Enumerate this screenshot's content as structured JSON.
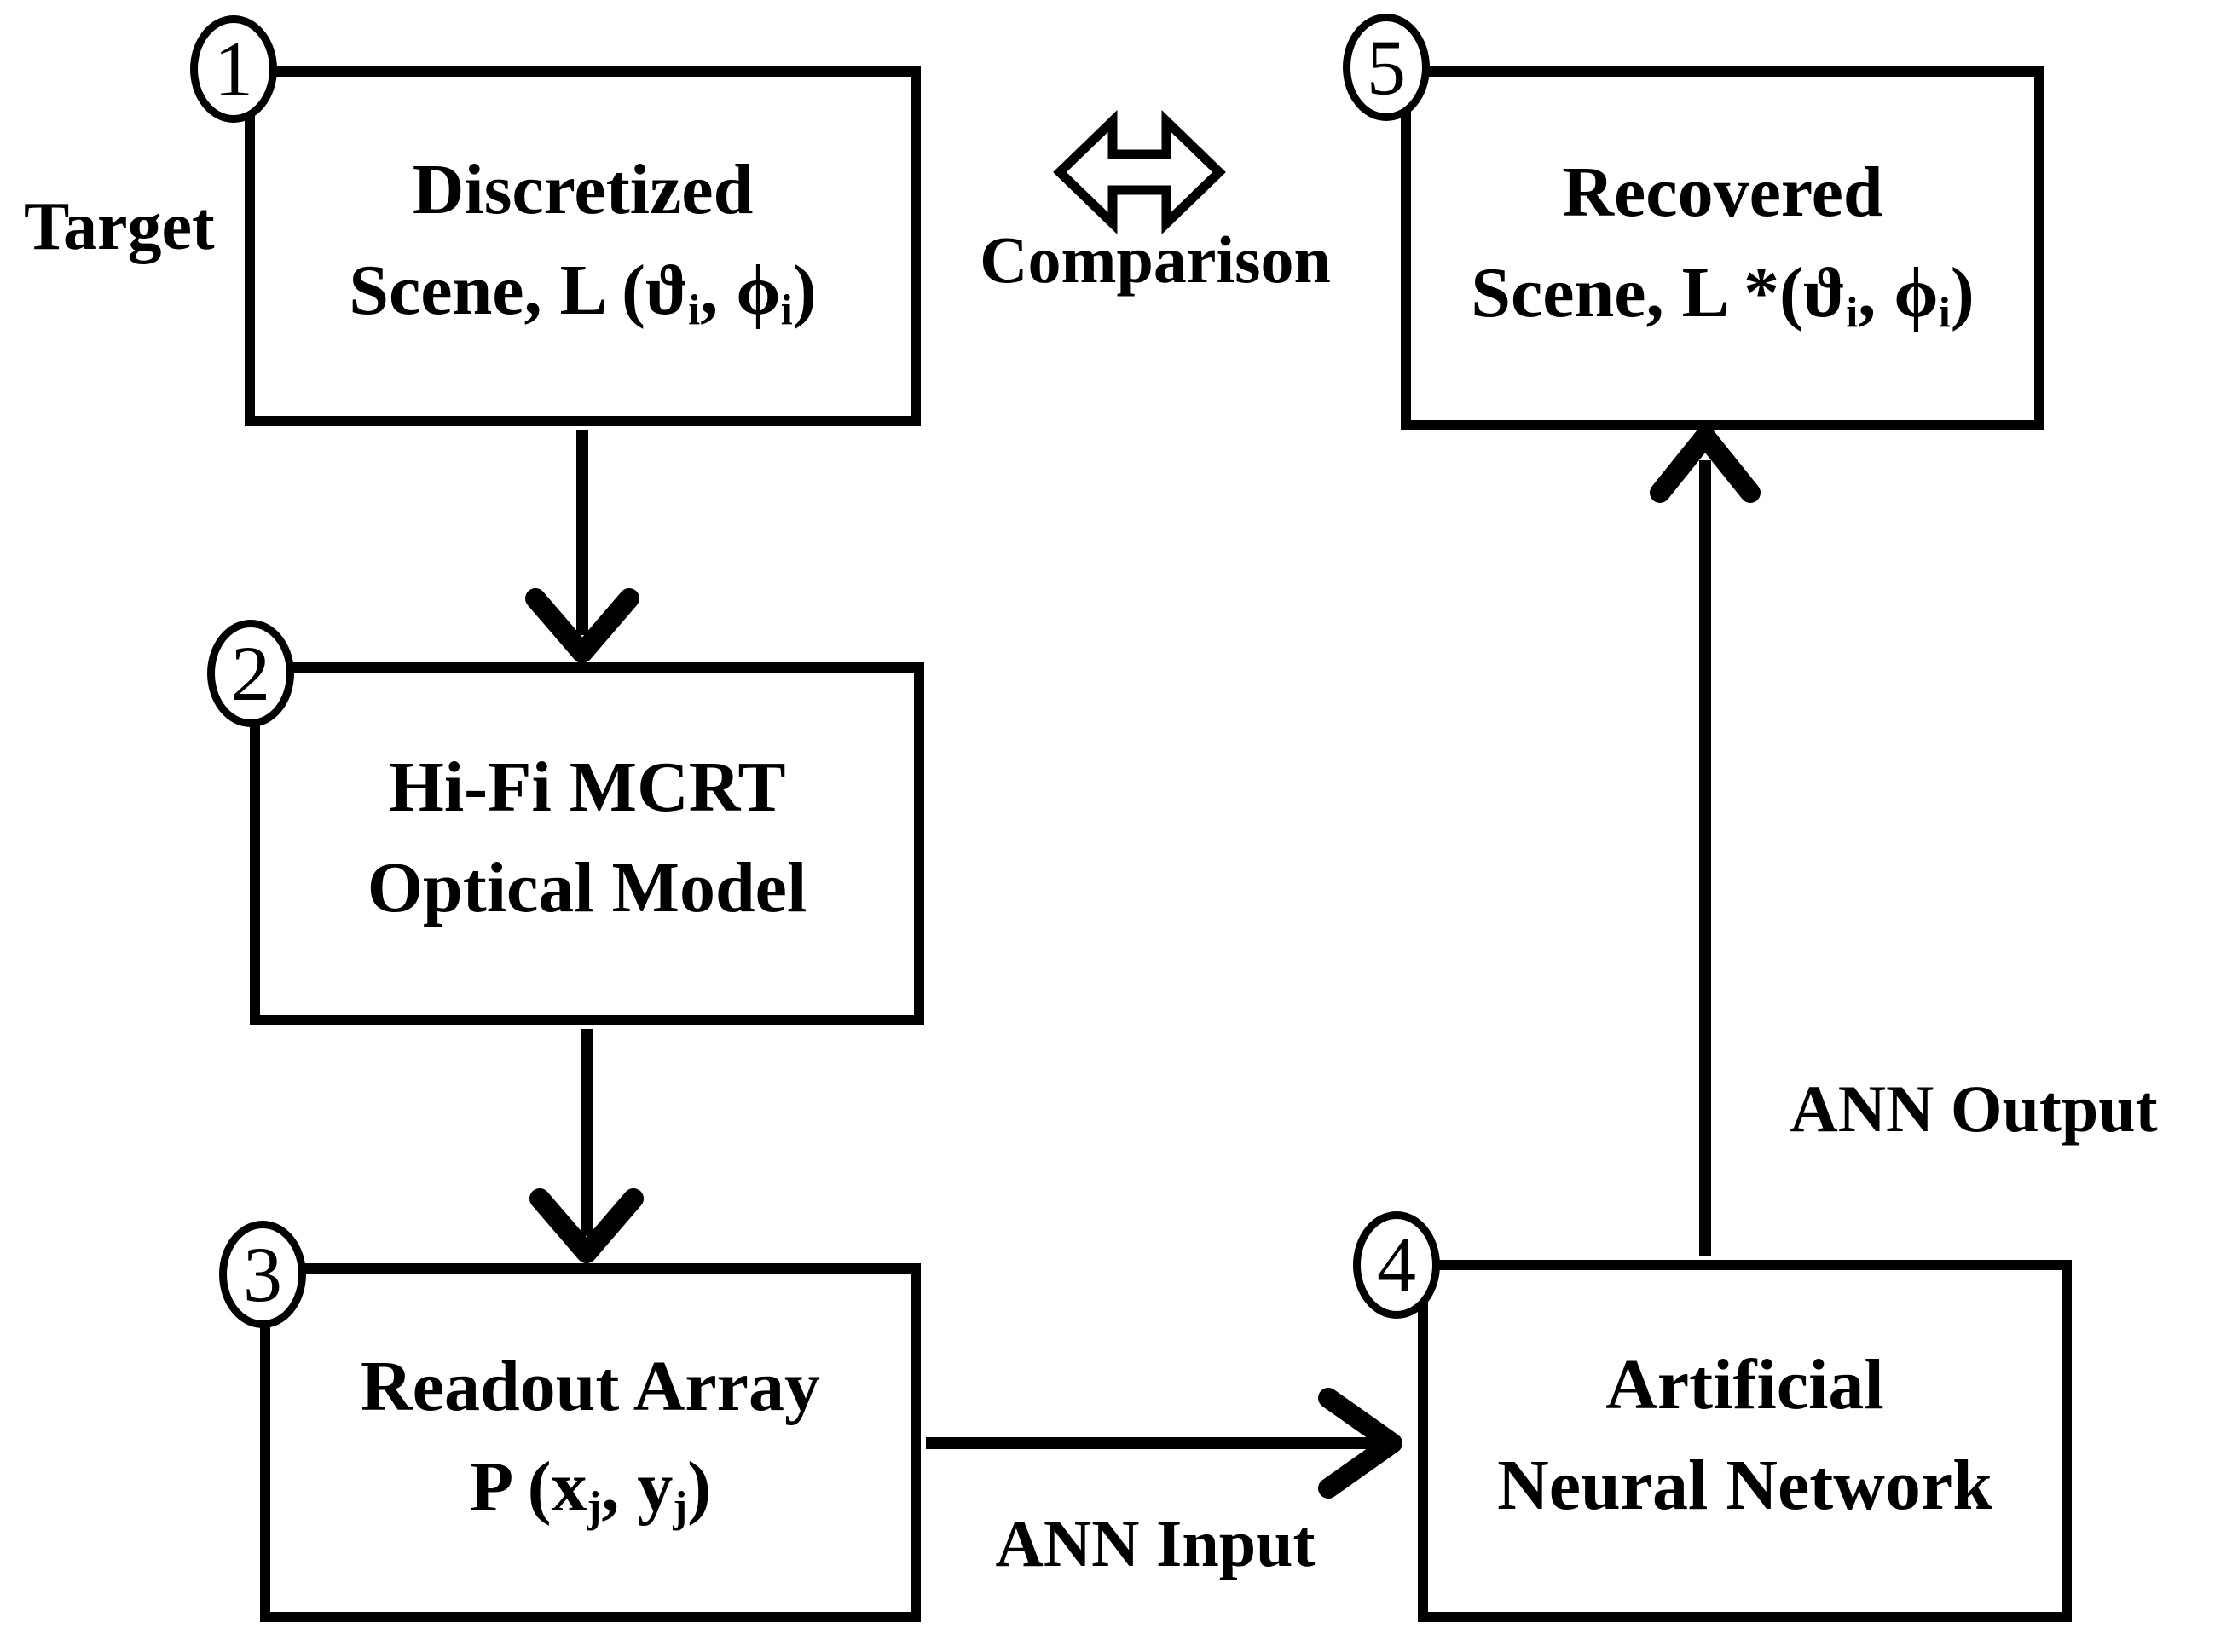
{
  "diagram": {
    "colors": {
      "ink": "#000000",
      "background": "#ffffff"
    },
    "labels": {
      "target": "Target",
      "comparison": "Comparison",
      "ann_input": "ANN Input",
      "ann_output": "ANN Output"
    },
    "boxes": [
      {
        "number": "1",
        "name": "Discretized Scene",
        "line1": [
          {
            "t": "Discretized"
          }
        ],
        "line2": [
          {
            "t": "Scene, L (ϑ"
          },
          {
            "t": "i",
            "s": "sub"
          },
          {
            "t": ", ϕ"
          },
          {
            "t": "i",
            "s": "sub"
          },
          {
            "t": ")"
          }
        ]
      },
      {
        "number": "2",
        "name": "Hi-Fi MCRT Optical Model",
        "line1": [
          {
            "t": "Hi-Fi MCRT"
          }
        ],
        "line2": [
          {
            "t": "Optical Model"
          }
        ]
      },
      {
        "number": "3",
        "name": "Readout Array",
        "line1": [
          {
            "t": "Readout Array"
          }
        ],
        "line2": [
          {
            "t": "P (x"
          },
          {
            "t": "j",
            "s": "sub"
          },
          {
            "t": ", y"
          },
          {
            "t": "j",
            "s": "sub"
          },
          {
            "t": ")"
          }
        ]
      },
      {
        "number": "4",
        "name": "Artificial Neural Network",
        "line1": [
          {
            "t": "Artificial"
          }
        ],
        "line2": [
          {
            "t": "Neural Network"
          }
        ]
      },
      {
        "number": "5",
        "name": "Recovered Scene",
        "line1": [
          {
            "t": "Recovered"
          }
        ],
        "line2": [
          {
            "t": "Scene, L *(ϑ"
          },
          {
            "t": "i",
            "s": "sub"
          },
          {
            "t": ", ϕ"
          },
          {
            "t": "i",
            "s": "sub"
          },
          {
            "t": ")"
          }
        ]
      }
    ],
    "arrows": [
      {
        "from": "1",
        "to": "2"
      },
      {
        "from": "2",
        "to": "3"
      },
      {
        "from": "3",
        "to": "4",
        "label": "ANN Input"
      },
      {
        "from": "4",
        "to": "5",
        "label": "ANN Output"
      },
      {
        "between": [
          "1",
          "5"
        ],
        "type": "double",
        "label": "Comparison"
      }
    ]
  }
}
